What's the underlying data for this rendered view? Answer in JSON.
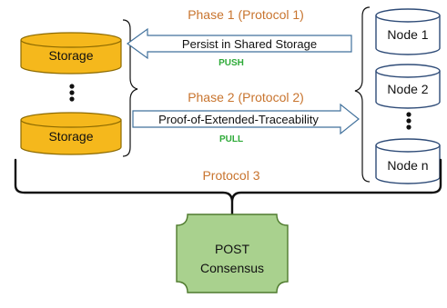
{
  "storage": {
    "items": [
      {
        "label": "Storage"
      },
      {
        "label": "Storage"
      }
    ],
    "ellipsis": "vertical-dots"
  },
  "nodes": {
    "items": [
      {
        "label": "Node 1"
      },
      {
        "label": "Node 2"
      },
      {
        "label": "Node n"
      }
    ],
    "ellipsis": "vertical-dots"
  },
  "phase1": {
    "title": "Phase 1 (Protocol 1)",
    "arrow_label": "Persist in Shared Storage",
    "direction_label": "PUSH"
  },
  "phase2": {
    "title": "Phase 2 (Protocol 2)",
    "arrow_label": "Proof-of-Extended-Traceability",
    "direction_label": "PULL"
  },
  "protocol3": {
    "title": "Protocol 3"
  },
  "consensus": {
    "line1": "POST",
    "line2": "Consensus"
  },
  "colors": {
    "storage_fill": "#F5B81C",
    "storage_stroke": "#8C6A00",
    "node_stroke": "#2F4C78",
    "phase_text": "#C8742E",
    "push_pull_text": "#2EAA38",
    "arrow_stroke": "#41719C",
    "bracket": "#111111",
    "consensus_fill": "#A9D18E",
    "consensus_stroke": "#4F7A2E"
  }
}
